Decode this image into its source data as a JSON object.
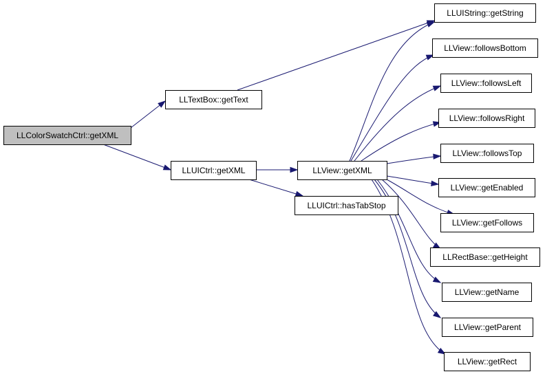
{
  "colors": {
    "node_fill": "#ffffff",
    "root_fill": "#bfbfbf",
    "node_border": "#000000",
    "edge": "#191970"
  },
  "nodes": [
    {
      "id": "n0",
      "label": "LLColorSwatchCtrl::getXML",
      "root": true
    },
    {
      "id": "n1",
      "label": "LLTextBox::getText"
    },
    {
      "id": "n2",
      "label": "LLUICtrl::getXML"
    },
    {
      "id": "n3",
      "label": "LLUIString::getString"
    },
    {
      "id": "n4",
      "label": "LLView::getXML"
    },
    {
      "id": "n5",
      "label": "LLUICtrl::hasTabStop"
    },
    {
      "id": "n6",
      "label": "LLView::followsBottom"
    },
    {
      "id": "n7",
      "label": "LLView::followsLeft"
    },
    {
      "id": "n8",
      "label": "LLView::followsRight"
    },
    {
      "id": "n9",
      "label": "LLView::followsTop"
    },
    {
      "id": "n10",
      "label": "LLView::getEnabled"
    },
    {
      "id": "n11",
      "label": "LLView::getFollows"
    },
    {
      "id": "n12",
      "label": "LLRectBase::getHeight"
    },
    {
      "id": "n13",
      "label": "LLView::getName"
    },
    {
      "id": "n14",
      "label": "LLView::getParent"
    },
    {
      "id": "n15",
      "label": "LLView::getRect"
    }
  ],
  "edges": [
    {
      "from": "n0",
      "to": "n1"
    },
    {
      "from": "n0",
      "to": "n2"
    },
    {
      "from": "n1",
      "to": "n3"
    },
    {
      "from": "n2",
      "to": "n4"
    },
    {
      "from": "n2",
      "to": "n5"
    },
    {
      "from": "n4",
      "to": "n3"
    },
    {
      "from": "n4",
      "to": "n6"
    },
    {
      "from": "n4",
      "to": "n7"
    },
    {
      "from": "n4",
      "to": "n8"
    },
    {
      "from": "n4",
      "to": "n9"
    },
    {
      "from": "n4",
      "to": "n10"
    },
    {
      "from": "n4",
      "to": "n11"
    },
    {
      "from": "n4",
      "to": "n12"
    },
    {
      "from": "n4",
      "to": "n13"
    },
    {
      "from": "n4",
      "to": "n14"
    },
    {
      "from": "n4",
      "to": "n15"
    }
  ]
}
